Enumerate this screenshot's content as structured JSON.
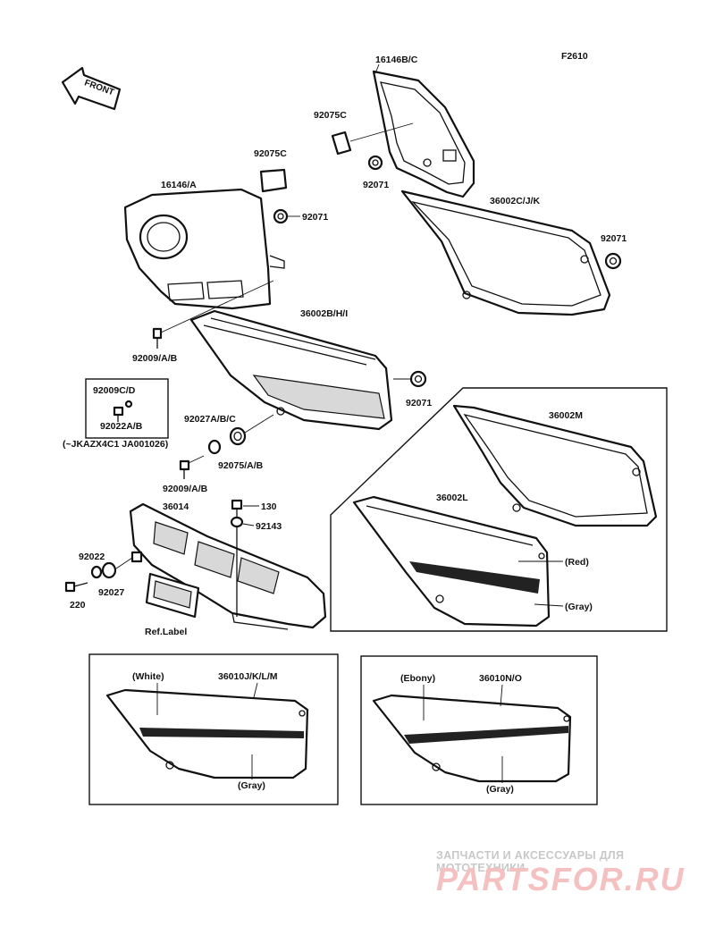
{
  "figure_code": "F2610",
  "front_arrow": "FRONT",
  "labels": {
    "p16146bc": "16146B/C",
    "p92075c_top": "92075C",
    "p92071_a": "92071",
    "p92075c_mid": "92075C",
    "p16146a": "16146/A",
    "p92071_b": "92071",
    "p36002cjk": "36002C/J/K",
    "p92071_c": "92071",
    "p92009ab_a": "92009/A/B",
    "p36002bhi": "36002B/H/I",
    "p92071_d": "92071",
    "p92009cd": "92009C/D",
    "p92022ab": "92022A/B",
    "serial_note": "(~JKAZX4C1 JA001026)",
    "p92027abc": "92027A/B/C",
    "p92075abc": "92075/A/B",
    "p92009ab_b": "92009/A/B",
    "p36002m": "36002M",
    "p36002l": "36002L",
    "red": "(Red)",
    "gray_l": "(Gray)",
    "p130": "130",
    "p92143": "92143",
    "p36014": "36014",
    "p92022": "92022",
    "p92027": "92027",
    "p220": "220",
    "ref_label": "Ref.Label",
    "white": "(White)",
    "p36010jklm": "36010J/K/L/M",
    "gray_b1": "(Gray)",
    "ebony": "(Ebony)",
    "p36010no": "36010N/O",
    "gray_b2": "(Gray)"
  },
  "watermark": {
    "tagline": "ЗАПЧАСТИ И АКСЕССУАРЫ ДЛЯ МОТОТЕХНИКИ",
    "logo": "PARTSFOR.RU"
  }
}
